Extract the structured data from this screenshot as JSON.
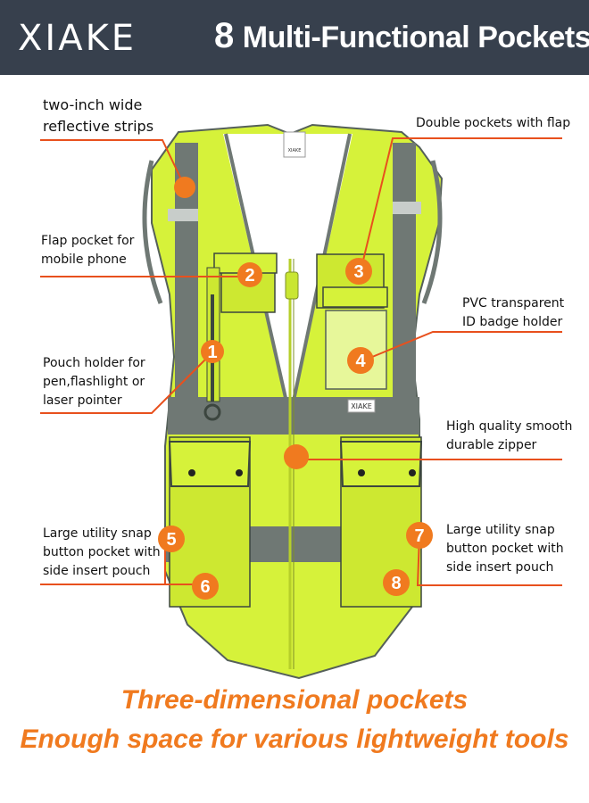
{
  "header": {
    "brand": "XIAKE",
    "pocket_count": "8",
    "title": "Multi-Functional Pockets"
  },
  "colors": {
    "header_bg": "#37404d",
    "vest_yellow": "#d6f23a",
    "reflective_gray": "#6f7874",
    "accent_orange": "#f07a1f",
    "callout_orange": "#e8501d"
  },
  "callouts": {
    "reflective": "two-inch wide\nreflective strips",
    "double_pockets": "Double pockets with flap",
    "flap_pocket": "Flap pocket for\nmobile phone",
    "pvc_holder": "PVC transparent\nID badge holder",
    "pouch_holder": "Pouch holder for\npen,flashlight or\nlaser pointer",
    "zipper": "High quality smooth\ndurable zipper",
    "utility_left": "Large utility snap\nbutton pocket with\nside insert pouch",
    "utility_right": "Large utility snap\nbutton pocket with\nside insert pouch"
  },
  "badges": [
    "1",
    "2",
    "3",
    "4",
    "5",
    "6",
    "7",
    "8"
  ],
  "vest_tag": "XIAKE",
  "footer": {
    "line1": "Three-dimensional pockets",
    "line2": "Enough space for various lightweight tools"
  }
}
